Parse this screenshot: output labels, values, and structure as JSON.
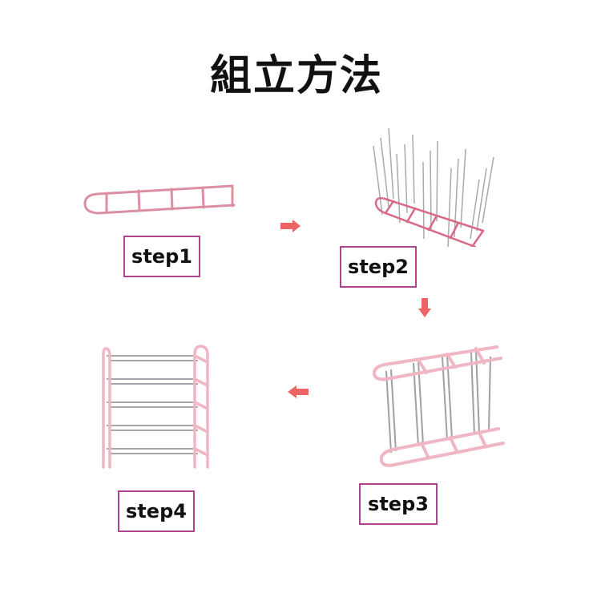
{
  "title": "組立方法",
  "colors": {
    "frame_pink": "#e8a3b3",
    "frame_pink_dark": "#d96a86",
    "rod_gray": "#a9a9ad",
    "label_border": "#b2448f",
    "arrow_red": "#ee6363",
    "text": "#111111"
  },
  "steps": [
    {
      "label": "step1",
      "illustration": "ladder-frame-flat"
    },
    {
      "label": "step2",
      "illustration": "ladder-frame-with-rods-inserted"
    },
    {
      "label": "step3",
      "illustration": "two-frames-joined-with-rods"
    },
    {
      "label": "step4",
      "illustration": "assembled-5-tier-shoe-rack"
    }
  ],
  "arrows": [
    {
      "direction": "right",
      "from": "step1",
      "to": "step2"
    },
    {
      "direction": "down",
      "from": "step2",
      "to": "step3"
    },
    {
      "direction": "left",
      "from": "step3",
      "to": "step4"
    }
  ]
}
